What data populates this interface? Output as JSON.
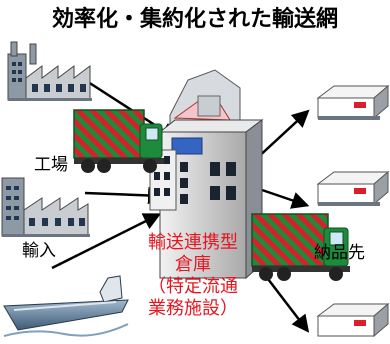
{
  "title": "効率化・集約化された輸送網",
  "labels": {
    "factory": "工場",
    "import": "輸入",
    "delivery": "納品先"
  },
  "warehouse_label": {
    "line1": "輸送連携型",
    "line2": "倉庫",
    "line3": "（特定流通",
    "line4": "業務施設）"
  },
  "colors": {
    "label_red": "#e8141e",
    "truck_green": "#1e8a3c",
    "stripe_red": "#d8202a"
  }
}
